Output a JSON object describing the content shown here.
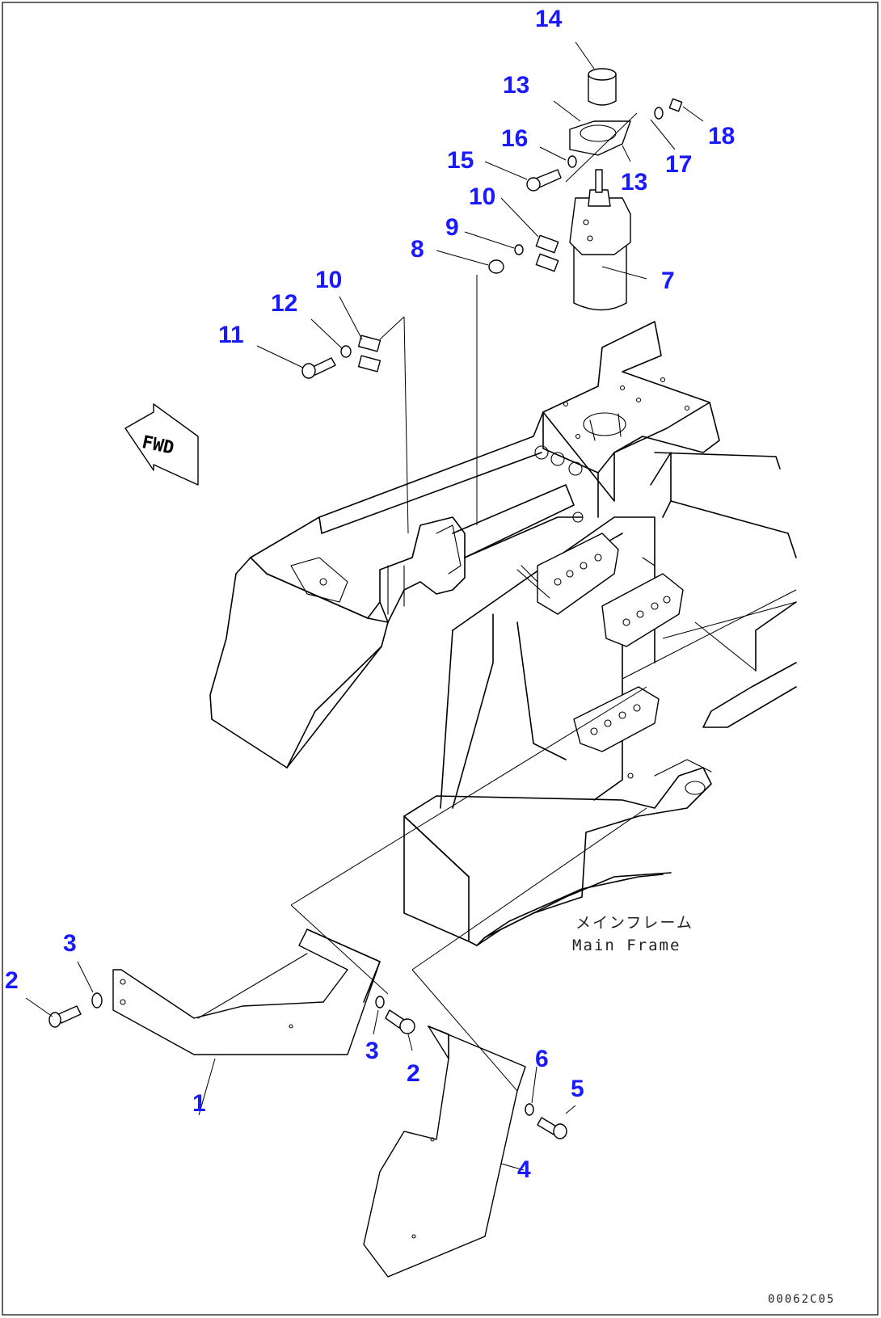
{
  "callouts": {
    "c1": "1",
    "c2a": "2",
    "c2b": "2",
    "c3a": "3",
    "c3b": "3",
    "c4": "4",
    "c5": "5",
    "c6": "6",
    "c7": "7",
    "c8": "8",
    "c9": "9",
    "c10a": "10",
    "c10b": "10",
    "c11": "11",
    "c12": "12",
    "c13a": "13",
    "c13b": "13",
    "c14": "14",
    "c15": "15",
    "c16": "16",
    "c17": "17",
    "c18": "18"
  },
  "labels": {
    "fwd": "FWD",
    "main_frame_jp": "メインフレーム",
    "main_frame_en": "Main Frame",
    "drawing_code": "00062C05"
  },
  "colors": {
    "callout": "#1a1aff",
    "line": "#000000",
    "background": "#ffffff"
  }
}
